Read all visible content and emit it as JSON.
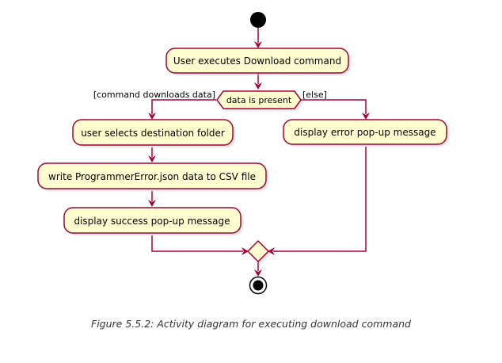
{
  "diagram": {
    "actions": {
      "execute": "User executes Download command",
      "select_folder": "user selects destination folder",
      "write_csv": "write ProgrammerError.json data to CSV file",
      "success": "display success pop-up message",
      "error": "display error pop-up message"
    },
    "decision": {
      "label": "data is present",
      "guard_yes": "[command downloads data]",
      "guard_no": "[else]"
    },
    "colors": {
      "node_fill": "#FEFECE",
      "border": "#A80036",
      "terminal": "#000000"
    }
  },
  "caption": "Figure 5.5.2: Activity diagram for executing download command"
}
